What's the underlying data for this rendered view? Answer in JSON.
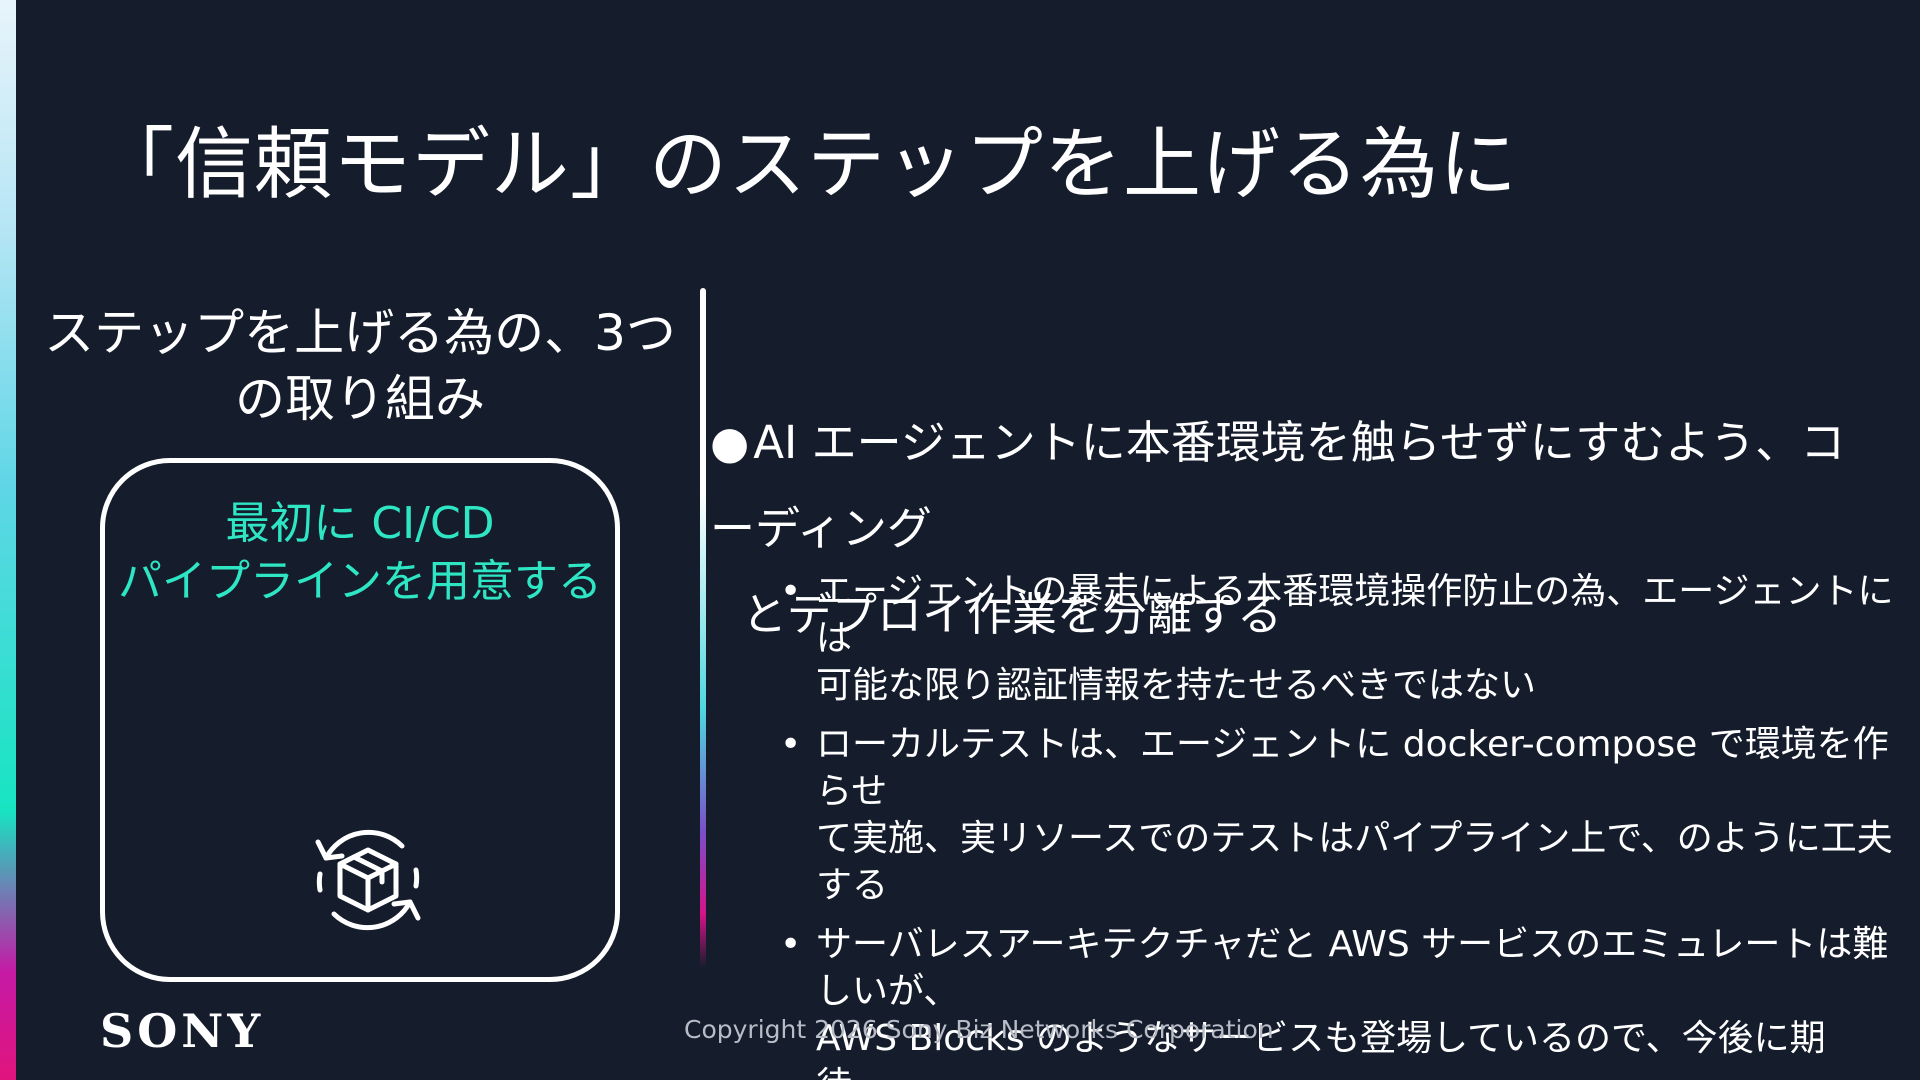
{
  "slide": {
    "title": "「信頼モデル」のステップを上げる為に",
    "left_heading": "ステップを上げる為の、3つの取り組み",
    "card": {
      "title_line1": "最初に CI/CD",
      "title_line2": "パイプラインを用意する",
      "icon": "cycle-box-icon",
      "accent_color": "#2ee6c4"
    },
    "main_bullet": {
      "symbol": "●",
      "line1": "AI エージェントに本番環境を触らせずにすむよう、コーディング",
      "line2": "とデプロイ作業を分離する"
    },
    "sub_bullets": [
      {
        "symbol": "•",
        "line1": "エージェントの暴走による本番環境操作防止の為、エージェントには",
        "line2": "可能な限り認証情報を持たせるべきではない"
      },
      {
        "symbol": "•",
        "line1": "ローカルテストは、エージェントに docker-compose で環境を作らせ",
        "line2": "て実施、実リソースでのテストはパイプライン上で、のように工夫する"
      },
      {
        "symbol": "•",
        "line1": "サーバレスアーキテクチャだと AWS サービスのエミュレートは難しいが、",
        "line2": "AWS Blocks のようなサービスも登場しているので、今後に期待、、、"
      }
    ],
    "footer": {
      "logo": "SONY",
      "copyright": "Copyright 2026 Sony Biz Networks Corporation"
    },
    "colors": {
      "background": "#151c2c",
      "text": "#ffffff",
      "accent": "#2ee6c4"
    }
  }
}
